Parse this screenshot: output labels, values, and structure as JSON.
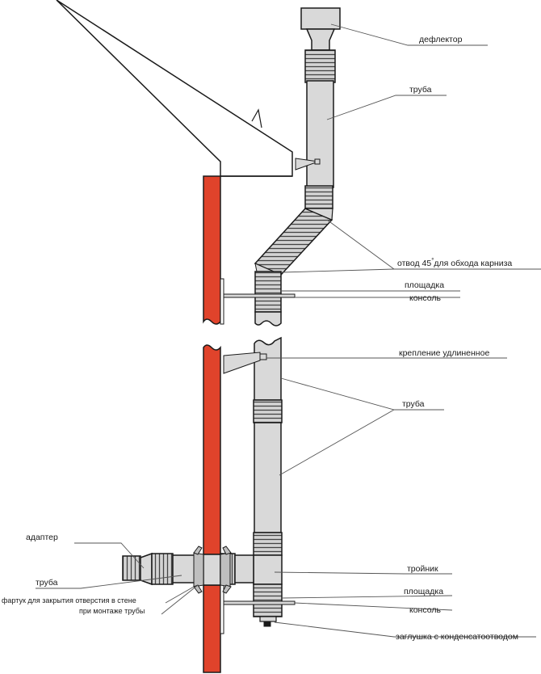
{
  "labels": {
    "deflector": "дефлектор",
    "pipe_top": "труба",
    "elbow_prefix": "отвод 45",
    "elbow_suffix": "для обхода карниза",
    "degree": "°",
    "platform_top": "площадка",
    "console_top": "консоль",
    "mount_extended": "крепление удлиненное",
    "pipe_mid": "труба",
    "adapter": "адаптер",
    "pipe_left": "труба",
    "apron_line1": "фартук для закрытия отверстия в стене",
    "apron_line2": "при монтаже трубы",
    "tee": "тройник",
    "platform_bottom": "площадка",
    "console_bottom": "консоль",
    "cap": "заглушка с конденсатоотводом"
  },
  "colors": {
    "wall": "#e0432b",
    "pipe": "#d9d9d9",
    "outline": "#1a1a1a",
    "leader": "#555555"
  }
}
